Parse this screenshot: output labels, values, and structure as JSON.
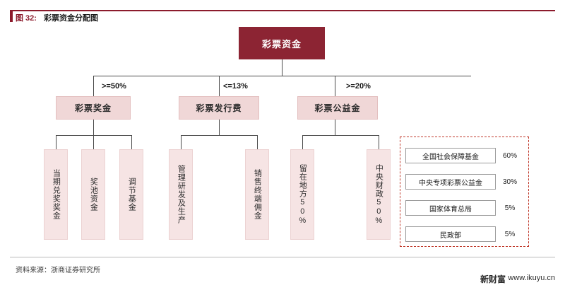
{
  "header": {
    "figure_label": "图 32:",
    "title": "彩票资金分配图"
  },
  "footer": {
    "source": "资料来源：浙商证券研究所",
    "watermark_brand": "新财富",
    "watermark_url": "www.ikuyu.cn"
  },
  "diagram": {
    "root": {
      "label": "彩票资金"
    },
    "edge_labels": [
      {
        "text": ">=50%"
      },
      {
        "text": "<=13%"
      },
      {
        "text": ">=20%"
      }
    ],
    "level2": [
      {
        "label": "彩票奖金"
      },
      {
        "label": "彩票发行费"
      },
      {
        "label": "彩票公益金"
      }
    ],
    "level3": [
      {
        "label": "当期兑奖奖金"
      },
      {
        "label": "奖池资金"
      },
      {
        "label": "调节基金"
      },
      {
        "label": "管理研发及生产"
      },
      {
        "label": "销售终端佣金"
      },
      {
        "label": "留在地方50%"
      },
      {
        "label": "中央财政50%"
      }
    ],
    "allocations": [
      {
        "name": "全国社会保障基金",
        "pct": "60%"
      },
      {
        "name": "中央专项彩票公益金",
        "pct": "30%"
      },
      {
        "name": "国家体育总局",
        "pct": "5%"
      },
      {
        "name": "民政部",
        "pct": "5%"
      }
    ]
  }
}
